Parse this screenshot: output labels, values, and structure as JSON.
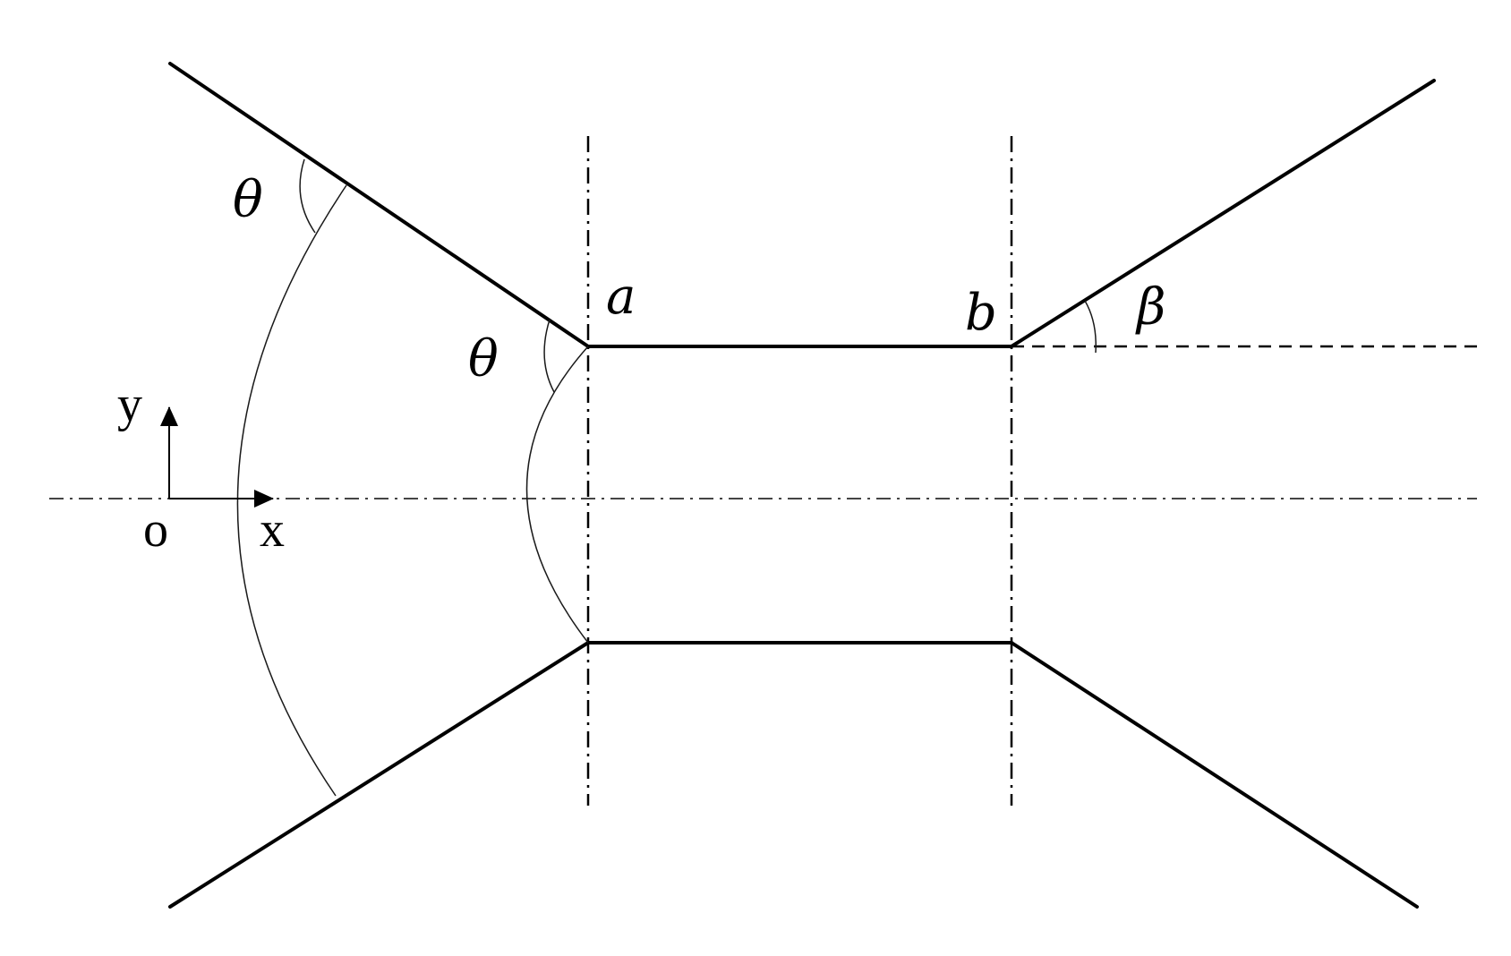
{
  "labels": {
    "theta_outer": "θ",
    "theta_inner": "θ",
    "point_a": "a",
    "point_b": "b",
    "beta": "β",
    "axis_y": "y",
    "axis_x": "x",
    "origin": "o"
  },
  "colors": {
    "stroke": "#000000",
    "axis": "#444444",
    "background": "#ffffff"
  }
}
